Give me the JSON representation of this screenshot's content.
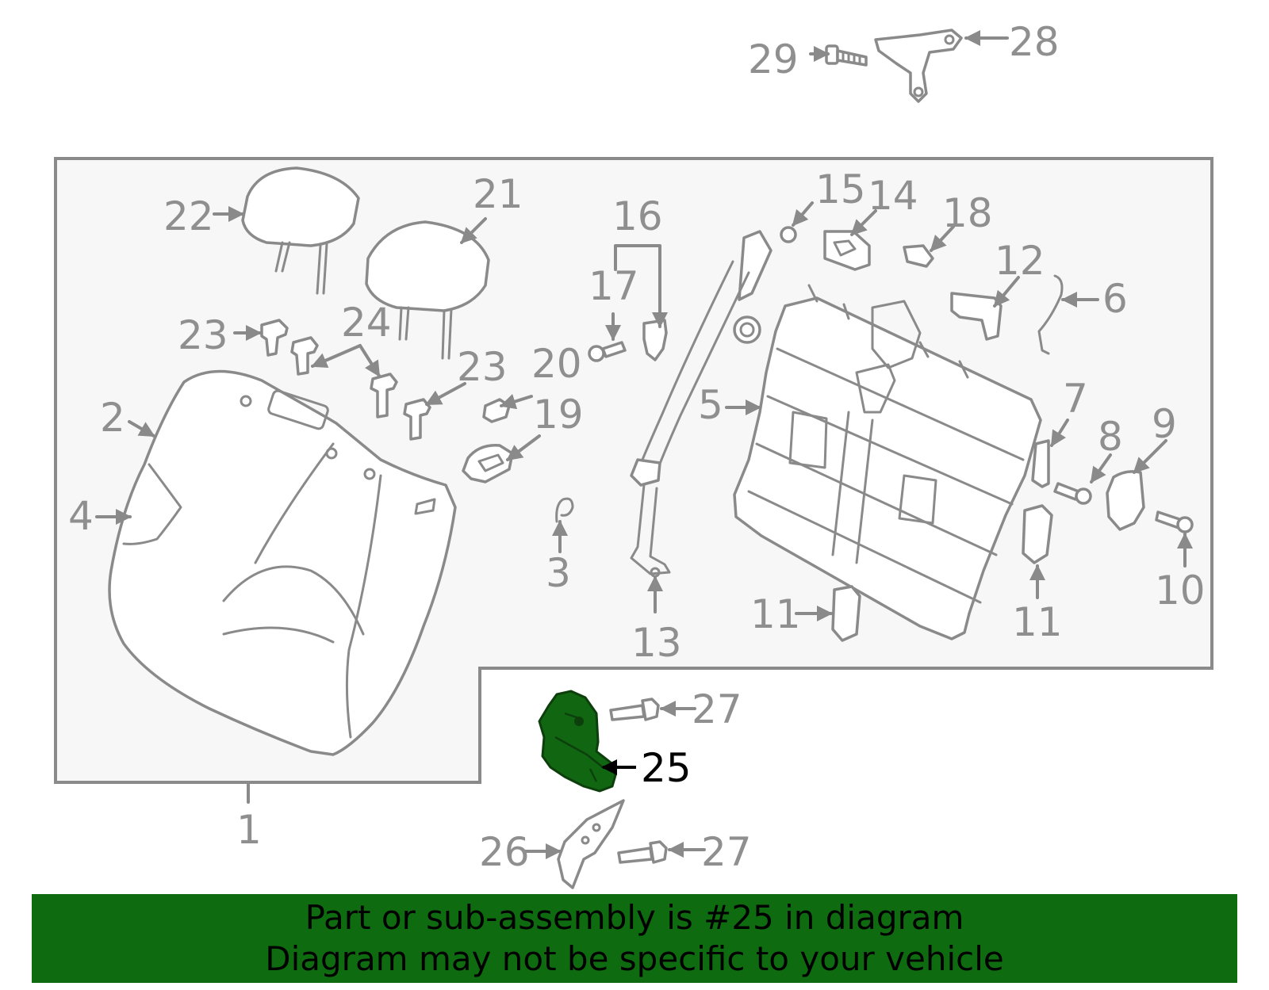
{
  "diagram": {
    "colors": {
      "background": "#ffffff",
      "panel_fill": "#f7f7f7",
      "outline": "#8a8a8a",
      "highlight_part": "#116611",
      "banner_bg": "#0f6b0f",
      "banner_text": "#000000"
    },
    "highlighted_callout": "25",
    "callouts": {
      "c1": "1",
      "c2": "2",
      "c3": "3",
      "c4": "4",
      "c5": "5",
      "c6": "6",
      "c7": "7",
      "c8": "8",
      "c9": "9",
      "c10": "10",
      "c11a": "11",
      "c11b": "11",
      "c12": "12",
      "c13": "13",
      "c14": "14",
      "c15": "15",
      "c16": "16",
      "c17": "17",
      "c18": "18",
      "c19": "19",
      "c20": "20",
      "c21": "21",
      "c22": "22",
      "c23a": "23",
      "c23b": "23",
      "c24": "24",
      "c25": "25",
      "c26": "26",
      "c27a": "27",
      "c27b": "27",
      "c28": "28",
      "c29": "29"
    }
  },
  "banner": {
    "line1": "Part or sub-assembly is #25 in diagram",
    "line2": "Diagram may not be specific to your vehicle"
  }
}
